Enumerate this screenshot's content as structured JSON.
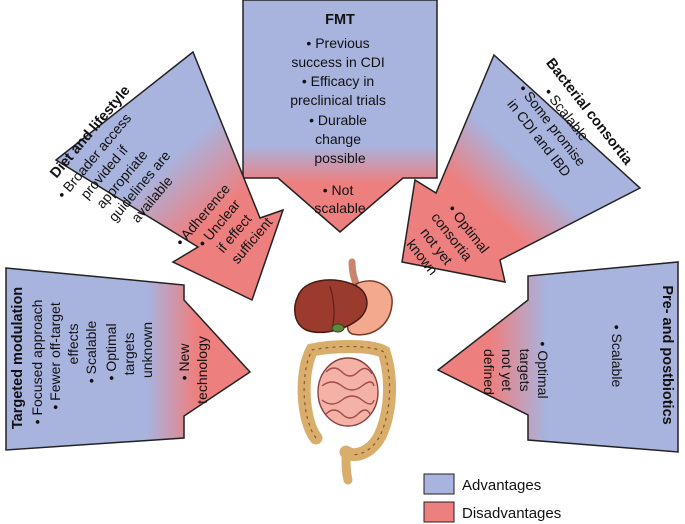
{
  "colors": {
    "advantage": "#a8b3de",
    "disadvantage": "#ee7f7f",
    "outline": "#222222"
  },
  "arrows": {
    "fmt": {
      "title": "FMT",
      "advantages": [
        "• Previous",
        "success in CDI",
        "• Efficacy in",
        "preclinical trials",
        "• Durable",
        "change",
        "possible"
      ],
      "disadvantages": [
        "• Not",
        "scalable"
      ]
    },
    "diet": {
      "title": "Diet and lifestyle",
      "advantages": [
        "• Broader access",
        "provided if",
        "appropriate",
        "guidelines are",
        "available"
      ],
      "disadvantages": [
        "• Adherence",
        "• Unclear",
        "if effect",
        "sufficient"
      ]
    },
    "bacterial": {
      "title": "Bacterial consortia",
      "advantages": [
        "• Scalable",
        "• Some promise",
        "in CDI and IBD"
      ],
      "disadvantages": [
        "• Optimal",
        "consortia",
        "not yet",
        "known"
      ]
    },
    "targeted": {
      "title": "Targeted modulation",
      "advantages": [
        "• Focused approach",
        "• Fewer off-target",
        "effects",
        "• Scalable",
        "• Optimal",
        "targets",
        "unknown"
      ],
      "disadvantages": [
        "• New",
        "technology"
      ]
    },
    "prepost": {
      "title": "Pre- and postbiotics",
      "advantages": [
        "• Scalable"
      ],
      "disadvantages": [
        "• Optimal",
        "targets",
        "not yet",
        "defined"
      ]
    }
  },
  "legend": {
    "advantages": "Advantages",
    "disadvantages": "Disadvantages"
  },
  "organs": {
    "icon": "digestive-system-icon"
  }
}
